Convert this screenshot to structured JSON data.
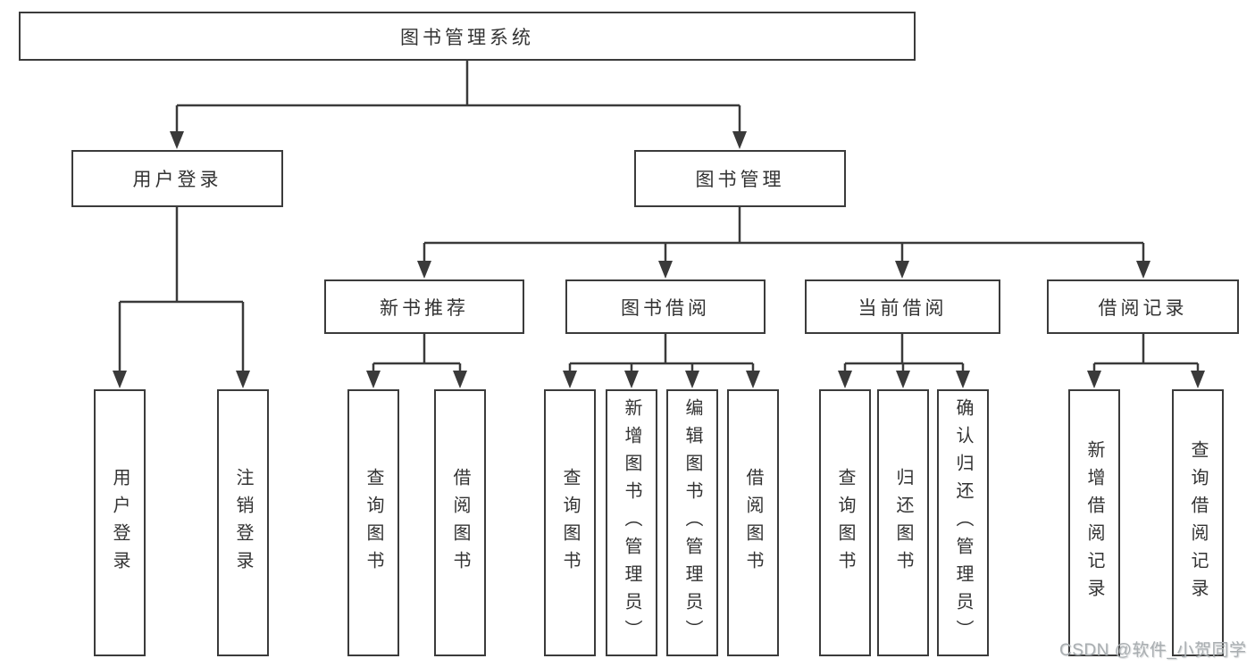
{
  "diagram": {
    "root": "图书管理系统",
    "branches": [
      {
        "label": "用户登录",
        "children": [
          "用户登录",
          "注销登录"
        ]
      },
      {
        "label": "图书管理",
        "groups": [
          {
            "label": "新书推荐",
            "children": [
              "查询图书",
              "借阅图书"
            ]
          },
          {
            "label": "图书借阅",
            "children": [
              "查询图书",
              "新增图书（管理员）",
              "编辑图书（管理员）",
              "借阅图书"
            ]
          },
          {
            "label": "当前借阅",
            "children": [
              "查询图书",
              "归还图书",
              "确认归还（管理员）"
            ]
          },
          {
            "label": "借阅记录",
            "children": [
              "新增借阅记录",
              "查询借阅记录"
            ]
          }
        ]
      }
    ]
  },
  "colors": {
    "line": "#3a3a3a",
    "text": "#333333",
    "watermark": "#a9aeb1"
  },
  "watermark": "CSDN @软件_小贺同学"
}
